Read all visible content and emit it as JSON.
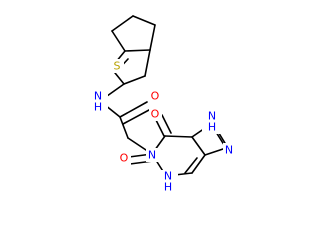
{
  "colors": {
    "background": "#ffffff",
    "bond": "#000000",
    "N": "#0000ff",
    "S": "#b8a200",
    "O": "#ff0000"
  },
  "atom_labels": {
    "amide_nh": "N\nH",
    "thiophene_s": "S",
    "amide_o": "O",
    "n1": "N",
    "c6_o": "O",
    "c2_o": "O",
    "n3h": "N\nH",
    "n7h": "N\nH",
    "n9": "N"
  }
}
